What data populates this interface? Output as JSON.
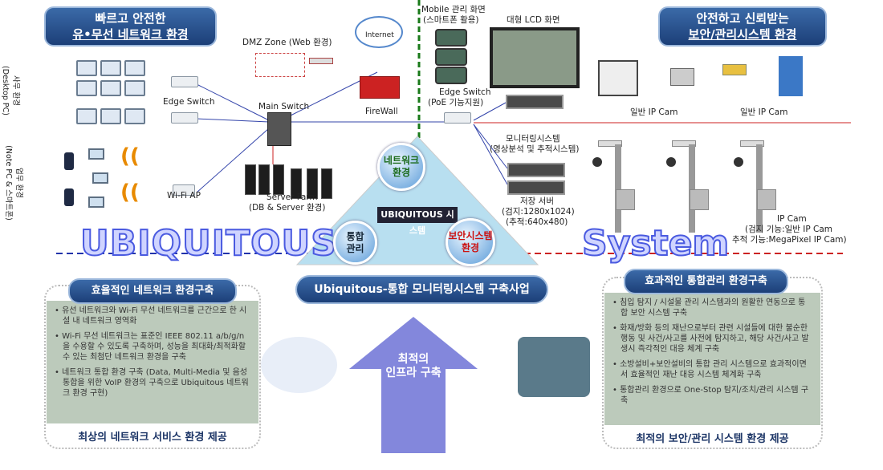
{
  "top_left_banner": {
    "line1": "빠르고 안전한",
    "line2": "유•무선 네트워크 환경"
  },
  "top_right_banner": {
    "line1": "안전하고 신뢰받는",
    "line2": "보안/관리시스템 환경"
  },
  "left_labels": {
    "office": "사무 환경\n(Desktop PC)",
    "work": "업무 환경\n(Note PC & 스마트폰)"
  },
  "network": {
    "edge_switch": "Edge Switch",
    "wifi_ap": "Wi-Fi AP",
    "main_switch": "Main Switch",
    "dmz": "DMZ Zone (Web 환경)",
    "internet": "Internet",
    "firewall": "FireWall",
    "server_farm": "Server Farm",
    "server_farm_sub": "(DB & Server 환경)"
  },
  "monitoring": {
    "mobile": "Mobile 관리 화면",
    "mobile_sub": "(스마트폰 활용)",
    "lcd": "대형 LCD 화면",
    "edge_switch": "Edge Switch",
    "edge_switch_sub": "(PoE 기능지원)",
    "system": "모니터링시스템",
    "system_sub": "(영상분석 및 추적시스템)",
    "storage": "저장 서버",
    "storage_l1": "(검지:1280x1024)",
    "storage_l2": "(추적:640x480)"
  },
  "cameras": {
    "ipcam1": "일반 IP Cam",
    "ipcam2": "일반 IP Cam",
    "ipcam": "IP Cam",
    "ipcam_l1": "(검지 기능:일반 IP Cam",
    "ipcam_l2": "추적 기능:MegaPixel IP Cam)"
  },
  "center": {
    "network_env": "네트워크\n환경",
    "system": "UBIQUITOUS 시스템",
    "integrated": "통합\n관리",
    "security": "보안시스템\n환경",
    "big_left": "UBIQUITOUS",
    "big_right": "System",
    "project": "Ubiquitous-통합 모니터링시스템 구축사업",
    "arrow": "최적의\n인프라 구축"
  },
  "left_panel": {
    "title": "효율적인 네트워크 환경구축",
    "items": [
      "• 유선 네트워크와 Wi-Fi 무선 네트워크를 근간으로 한 시설 내 네트워크 영역화",
      "• Wi-Fi 무선 네트워크는 표준인 IEEE 802.11 a/b/g/n을 수용할 수 있도록 구축하며, 성능을 최대화/최적화할 수 있는 최첨단 네트워크 환경을 구축",
      "• 네트워크 통합 환경 구축 (Data, Multi-Media 및 음성 통합을 위한 VoIP 환경의 구축으로 Ubiquitous 네트워크 환경 구현)"
    ],
    "footer": "최상의 네트워크 서비스 환경 제공"
  },
  "right_panel": {
    "title": "효과적인 통합관리 환경구축",
    "items": [
      "• 침입 탐지 / 시설물 관리 시스템과의 원활한 연동으로 통합 보안 시스템 구축",
      "• 화재/방화 등의 재난으로부터 관련 시설들에 대한 불순한 행동 및 사건/사고를 사전에 탐지하고, 해당 사건/사고 발생시 즉각적인 대응 체계 구축",
      "• 소방설비+보안설비의 통합 관리 시스템으로 효과적이면서 효율적인 재난 대응 시스템 체계화 구축",
      "• 통합관리 환경으로 One-Stop 탐지/조치/관리 시스템 구축"
    ],
    "footer": "최적의 보안/관리 시스템 환경 제공"
  }
}
